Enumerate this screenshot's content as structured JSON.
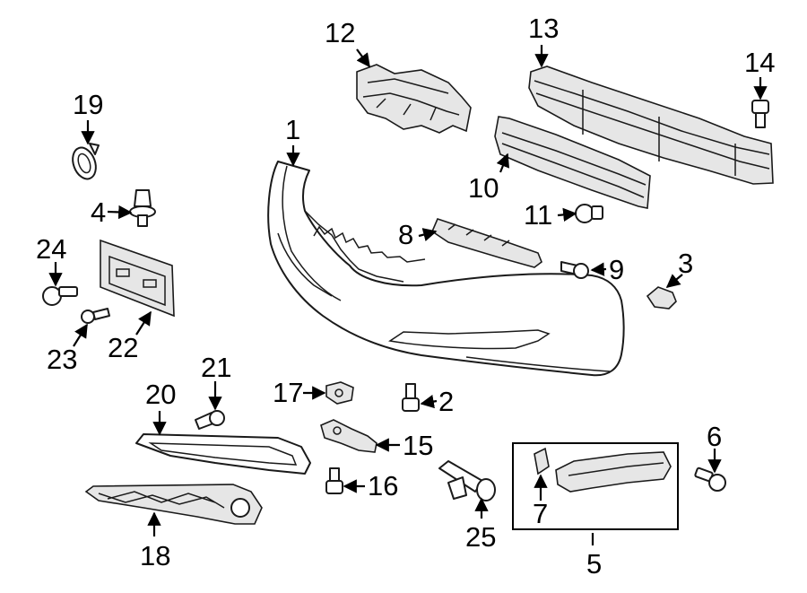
{
  "diagram": {
    "callouts": [
      {
        "id": "1",
        "label": "1"
      },
      {
        "id": "2",
        "label": "2"
      },
      {
        "id": "3",
        "label": "3"
      },
      {
        "id": "4",
        "label": "4"
      },
      {
        "id": "5",
        "label": "5"
      },
      {
        "id": "6",
        "label": "6"
      },
      {
        "id": "7",
        "label": "7"
      },
      {
        "id": "8",
        "label": "8"
      },
      {
        "id": "9",
        "label": "9"
      },
      {
        "id": "10",
        "label": "10"
      },
      {
        "id": "11",
        "label": "11"
      },
      {
        "id": "12",
        "label": "12"
      },
      {
        "id": "13",
        "label": "13"
      },
      {
        "id": "14",
        "label": "14"
      },
      {
        "id": "15",
        "label": "15"
      },
      {
        "id": "16",
        "label": "16"
      },
      {
        "id": "17",
        "label": "17"
      },
      {
        "id": "18",
        "label": "18"
      },
      {
        "id": "19",
        "label": "19"
      },
      {
        "id": "20",
        "label": "20"
      },
      {
        "id": "21",
        "label": "21"
      },
      {
        "id": "22",
        "label": "22"
      },
      {
        "id": "23",
        "label": "23"
      },
      {
        "id": "24",
        "label": "24"
      },
      {
        "id": "25",
        "label": "25"
      }
    ]
  }
}
